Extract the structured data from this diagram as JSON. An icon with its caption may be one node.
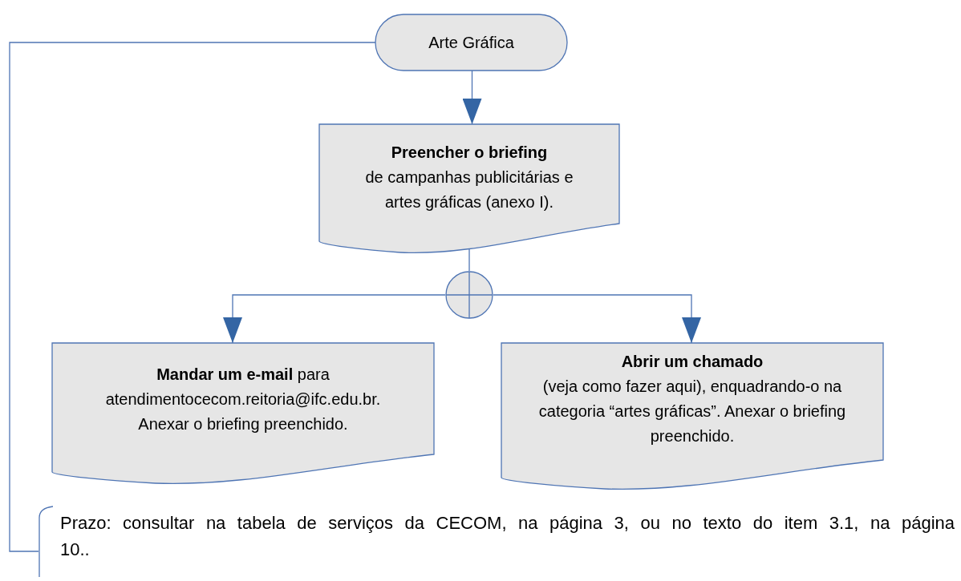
{
  "diagram": {
    "nodes": [
      {
        "text": [
          "Arte Gráfica"
        ]
      },
      {
        "text": [
          "Preencher o briefing",
          "de campanhas publicitárias e artes gráficas (anexo I)."
        ]
      },
      {
        "text": [],
        "shape": "circle"
      },
      {
        "text": [
          "**Mandar um e-mail** para atendimentocecom.reitoria@ifc.edu.br. Anexar o briefing preenchido."
        ]
      },
      {
        "text": [
          "Abrir um chamado",
          "(veja como fazer aqui), enquadrando-o na categoria “artes gráficas”. Anexar o briefing preenchido."
        ]
      },
      {
        "text": [
          "Prazo: consultar na tabela de serviços da CECOM, na página 3, ou no texto do item 3.1, na página 10.."
        ]
      }
    ],
    "edges": [
      {
        "from": 0,
        "to": 1,
        "arrow": "to"
      },
      {
        "from": 1,
        "to": 2,
        "arrow": "none"
      },
      {
        "from": 2,
        "to": 3,
        "arrow": "to"
      },
      {
        "from": 2,
        "to": 4,
        "arrow": "to"
      },
      {
        "from": 0,
        "to": 5,
        "arrow": "none"
      }
    ]
  }
}
